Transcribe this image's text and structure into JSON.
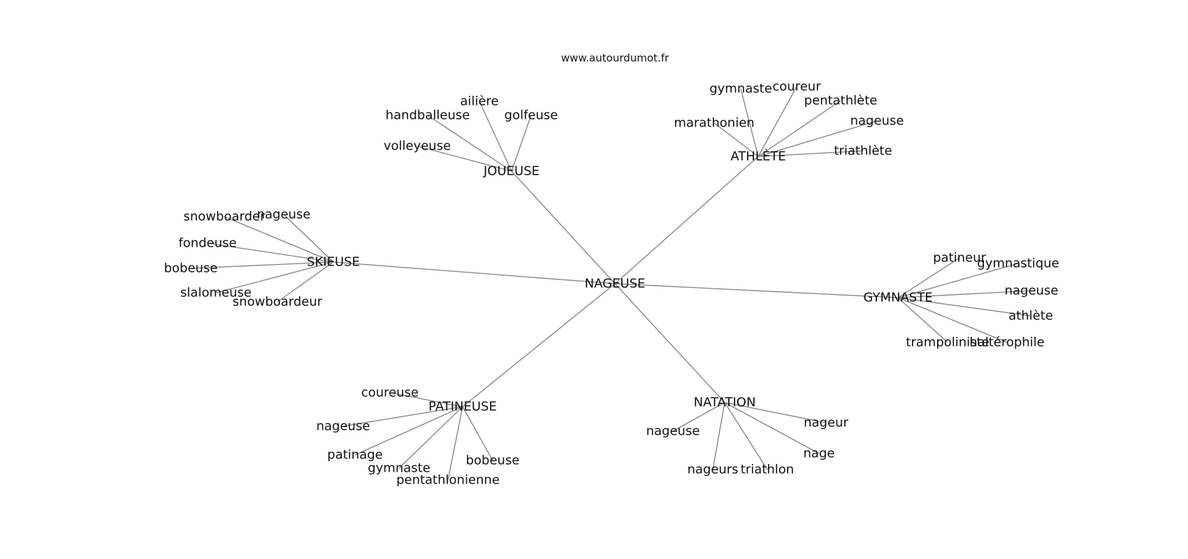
{
  "site": "www.autourdumot.fr",
  "graph": {
    "center": {
      "id": "center",
      "label": "NAGEUSE"
    },
    "hubs": [
      {
        "id": "joueuse",
        "label": "JOUEUSE",
        "leaves": [
          "ailière",
          "handballeuse",
          "golfeuse",
          "volleyeuse"
        ]
      },
      {
        "id": "athlete",
        "label": "ATHLÈTE",
        "leaves": [
          "gymnaste",
          "coureur",
          "pentathlète",
          "marathonien",
          "nageuse",
          "triathlète"
        ]
      },
      {
        "id": "skieuse",
        "label": "SKIEUSE",
        "leaves": [
          "snowboarder",
          "nageuse",
          "fondeuse",
          "bobeuse",
          "slalomeuse",
          "snowboardeur"
        ]
      },
      {
        "id": "gymnaste",
        "label": "GYMNASTE",
        "leaves": [
          "patineur",
          "gymnastique",
          "nageuse",
          "athlète",
          "trampoliniste",
          "haltérophile"
        ]
      },
      {
        "id": "patineuse",
        "label": "PATINEUSE",
        "leaves": [
          "coureuse",
          "nageuse",
          "patinage",
          "gymnaste",
          "pentathlonienne",
          "bobeuse"
        ]
      },
      {
        "id": "natation",
        "label": "NATATION",
        "leaves": [
          "nageuse",
          "nageur",
          "nage",
          "nageurs",
          "triathlon"
        ]
      }
    ]
  }
}
